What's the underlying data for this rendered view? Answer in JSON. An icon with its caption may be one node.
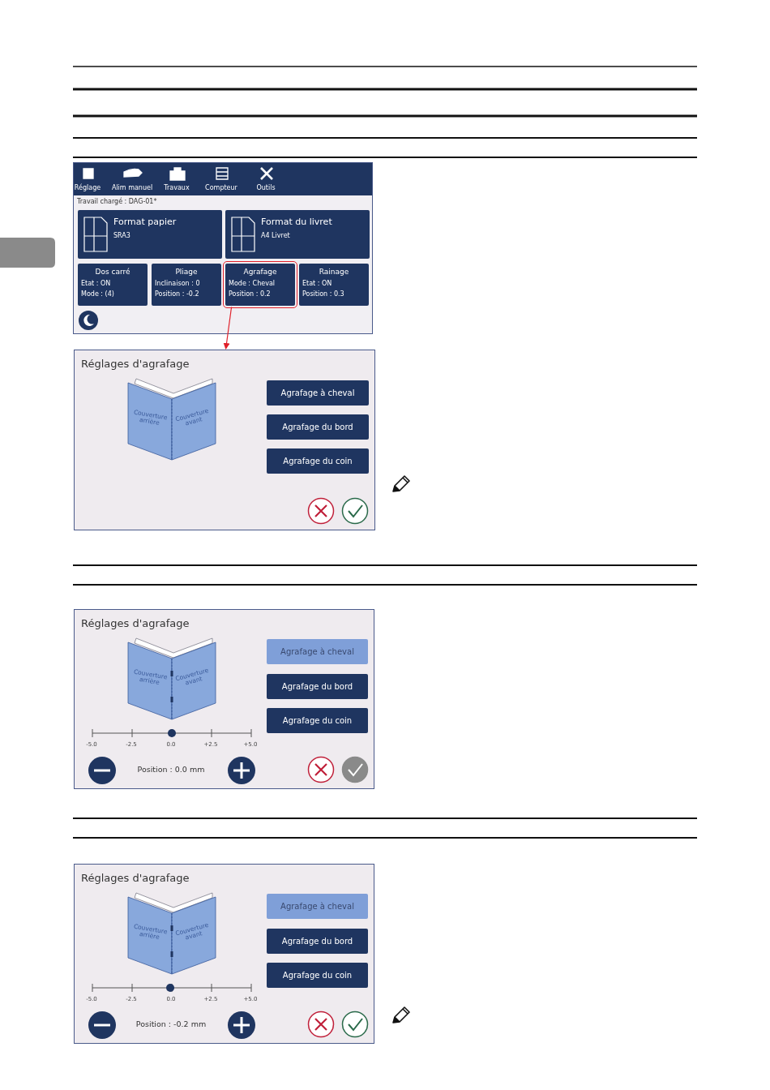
{
  "diagram": {
    "nodes": [
      {
        "text": [],
        "shape": "box"
      },
      {
        "text": [
          "Format papier",
          "SRA3"
        ],
        "in": 0
      },
      {
        "text": [
          "Format du livret",
          "A4 Livret"
        ],
        "in": 0
      },
      {
        "text": [
          "Dos carré",
          "Etat : ON",
          "Mode : (4)"
        ],
        "in": 0
      },
      {
        "text": [
          "Pliage",
          "Inclinaison : 0",
          "Position : -0.2"
        ],
        "in": 0
      },
      {
        "text": [
          "Agrafage",
          "Mode : Cheval",
          "Position : 0.2"
        ],
        "in": 0
      },
      {
        "text": [
          "Rainage",
          "Etat : ON",
          "Position : 0.3"
        ],
        "in": 0
      },
      {
        "text": [
          "Réglages d'agrafage"
        ]
      },
      {
        "text": [
          "Agrafage à cheval"
        ],
        "in": 7
      },
      {
        "text": [
          "Agrafage du bord"
        ],
        "in": 7
      },
      {
        "text": [
          "Agrafage du coin"
        ],
        "in": 7
      },
      {
        "text": [
          "Réglages d'agrafage"
        ]
      },
      {
        "text": [
          "Agrafage à cheval"
        ],
        "in": 11
      },
      {
        "text": [
          "Agrafage du bord"
        ],
        "in": 11
      },
      {
        "text": [
          "Agrafage du coin"
        ],
        "in": 11
      },
      {
        "text": [
          "Réglages d'agrafage"
        ]
      },
      {
        "text": [
          "Agrafage à cheval"
        ],
        "in": 15
      },
      {
        "text": [
          "Agrafage du bord"
        ],
        "in": 15
      },
      {
        "text": [
          "Agrafage du coin"
        ],
        "in": 15
      }
    ],
    "edges": [
      {
        "from": 5,
        "to": 7,
        "arrow": "to",
        "color": "#e0202a"
      }
    ],
    "labels": [
      "Réglage",
      "Alim manuel",
      "Travaux",
      "Compteur",
      "Outils",
      "Travail chargé : DAG-01*",
      "Couverture arrière",
      "Couverture avant",
      "Couverture arrière",
      "Couverture avant",
      "-5.0",
      "-2.5",
      "0.0",
      "+2.5",
      "+5.0",
      "Position : 0.0 mm",
      "Couverture arrière",
      "Couverture avant",
      "-5.0",
      "-2.5",
      "0.0",
      "+2.5",
      "+5.0",
      "Position : -0.2 mm"
    ]
  }
}
